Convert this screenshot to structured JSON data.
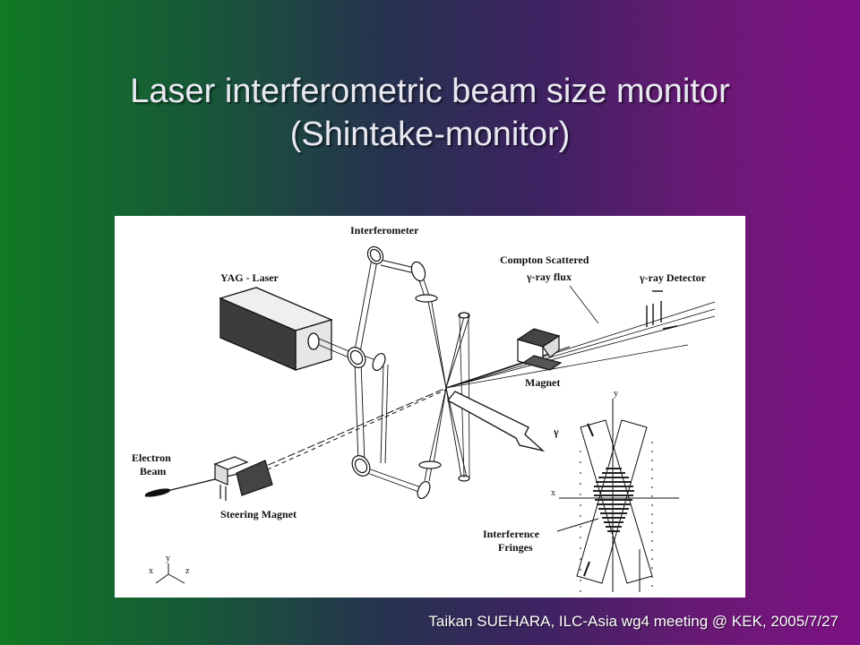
{
  "slide": {
    "title_line1": "Laser interferometric beam size monitor",
    "title_line2": "(Shintake-monitor)",
    "footer": "Taikan  SUEHARA, ILC-Asia wg4 meeting @ KEK, 2005/7/27"
  },
  "diagram": {
    "labels": {
      "interferometer": "Interferometer",
      "yag_laser": "YAG - Laser",
      "compton_line1": "Compton Scattered",
      "compton_line2": "γ-ray flux",
      "gamma_detector": "γ-ray Detector",
      "magnet": "Magnet",
      "electron_line1": "Electron",
      "electron_line2": "Beam",
      "steering_magnet": "Steering Magnet",
      "gamma": "γ",
      "fringes_line1": "Interference",
      "fringes_line2": "Fringes",
      "axis_y": "y",
      "axis_x": "x",
      "axis_z": "z"
    }
  }
}
